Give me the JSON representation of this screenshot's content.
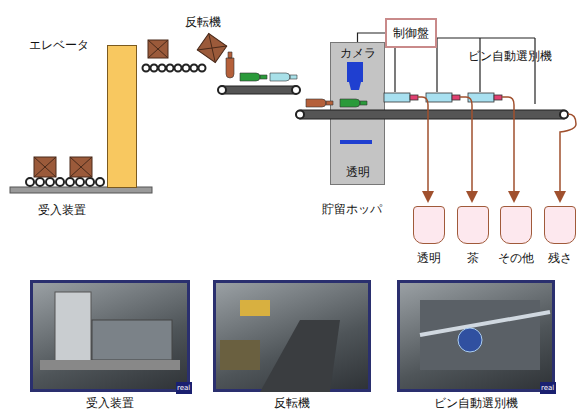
{
  "diagram": {
    "nodes": [
      {
        "text": [
          "エレベータ"
        ]
      },
      {
        "text": [
          "制御盤"
        ]
      },
      {
        "text": [
          "カメラ",
          "透明"
        ]
      },
      {
        "text": [
          "透明"
        ]
      },
      {
        "text": [
          "茶"
        ]
      },
      {
        "text": [
          "その他"
        ]
      },
      {
        "text": [
          "残さ"
        ]
      },
      {
        "text": [
          "受入装置"
        ]
      },
      {
        "text": [
          "反転機"
        ]
      },
      {
        "text": [
          "ビン自動選別機"
        ]
      }
    ],
    "edges": [
      {
        "from": 1,
        "to": 2,
        "arrow": "none"
      }
    ],
    "labels": [
      "受入装置",
      "反転機",
      "貯留ホッパ",
      "ビン自動選別機",
      "real",
      "real"
    ]
  }
}
